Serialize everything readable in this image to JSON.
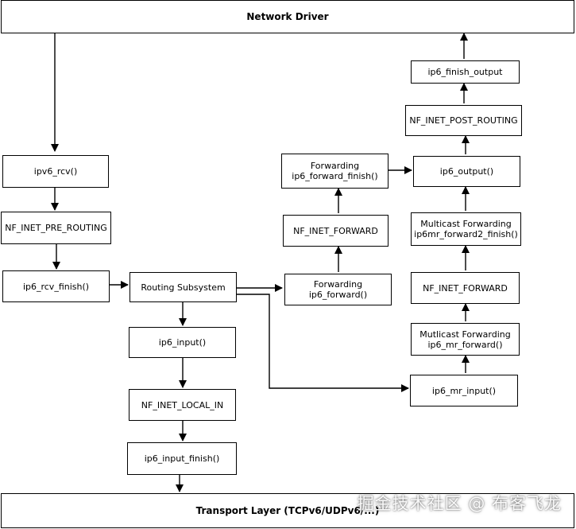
{
  "top_bar": {
    "label": "Network Driver"
  },
  "bottom_bar": {
    "label": "Transport Layer (TCPv6/UDPv6/...)"
  },
  "boxes": {
    "ipv6_rcv": {
      "label": "ipv6_rcv()"
    },
    "pre_routing": {
      "label": "NF_INET_PRE_ROUTING"
    },
    "ip6_rcv_finish": {
      "label": "ip6_rcv_finish()"
    },
    "routing_subsystem": {
      "label": "Routing Subsystem"
    },
    "ip6_input": {
      "label": "ip6_input()"
    },
    "local_in": {
      "label": "NF_INET_LOCAL_IN"
    },
    "ip6_input_finish": {
      "label": "ip6_input_finish()"
    },
    "fwd_finish": {
      "line1": "Forwarding",
      "line2": "ip6_forward_finish()"
    },
    "nf_forward_mid": {
      "label": "NF_INET_FORWARD"
    },
    "fwd": {
      "line1": "Forwarding",
      "line2": "ip6_forward()"
    },
    "ip6_finish_output": {
      "label": "ip6_finish_output"
    },
    "post_routing": {
      "label": "NF_INET_POST_ROUTING"
    },
    "ip6_output": {
      "label": "ip6_output()"
    },
    "mc_fwd2_finish": {
      "line1": "Multicast Forwarding",
      "line2": "ip6mr_forward2_finish()"
    },
    "nf_forward_right": {
      "label": "NF_INET_FORWARD"
    },
    "mc_fwd": {
      "line1": "Mutlicast Forwarding",
      "line2": "ip6_mr_forward()"
    },
    "ip6_mr_input": {
      "label": "ip6_mr_input()"
    }
  },
  "watermark": {
    "text": "掘金技术社区 @ 布客飞龙"
  }
}
